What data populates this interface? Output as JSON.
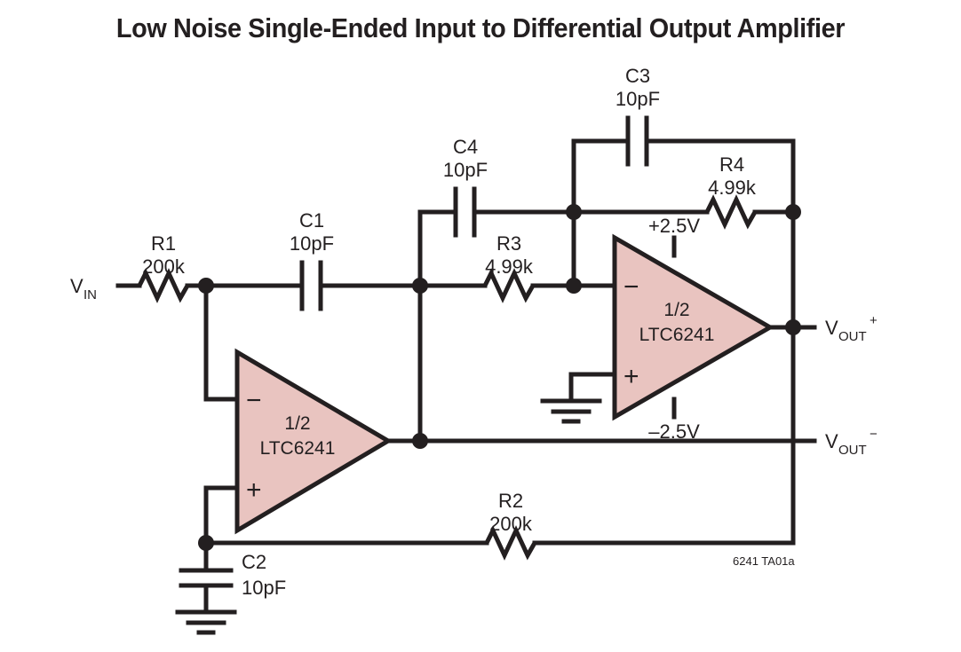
{
  "title": "Low Noise Single-Ended Input to Differential Output Amplifier",
  "caption": "6241 TA01a",
  "colors": {
    "ink": "#231f20",
    "amp_fill": "#e9c4c0",
    "background": "#ffffff"
  },
  "ports": {
    "input": {
      "base": "V",
      "sub": "IN",
      "sup": ""
    },
    "output_positive": {
      "base": "V",
      "sub": "OUT",
      "sup": "+"
    },
    "output_negative": {
      "base": "V",
      "sub": "OUT",
      "sup": "−"
    }
  },
  "components": {
    "r1": {
      "ref": "R1",
      "value": "200k"
    },
    "r2": {
      "ref": "R2",
      "value": "200k"
    },
    "r3": {
      "ref": "R3",
      "value": "4.99k"
    },
    "r4": {
      "ref": "R4",
      "value": "4.99k"
    },
    "c1": {
      "ref": "C1",
      "value": "10pF"
    },
    "c2": {
      "ref": "C2",
      "value": "10pF"
    },
    "c3": {
      "ref": "C3",
      "value": "10pF"
    },
    "c4": {
      "ref": "C4",
      "value": "10pF"
    }
  },
  "amplifiers": [
    {
      "id": "u1a",
      "line1": "1/2",
      "line2": "LTC6241",
      "inverting_sign": "−",
      "noninverting_sign": "+",
      "supplies": {
        "positive": "",
        "negative": ""
      }
    },
    {
      "id": "u1b",
      "line1": "1/2",
      "line2": "LTC6241",
      "inverting_sign": "−",
      "noninverting_sign": "+",
      "supplies": {
        "positive": "+2.5V",
        "negative": "–2.5V"
      }
    }
  ]
}
